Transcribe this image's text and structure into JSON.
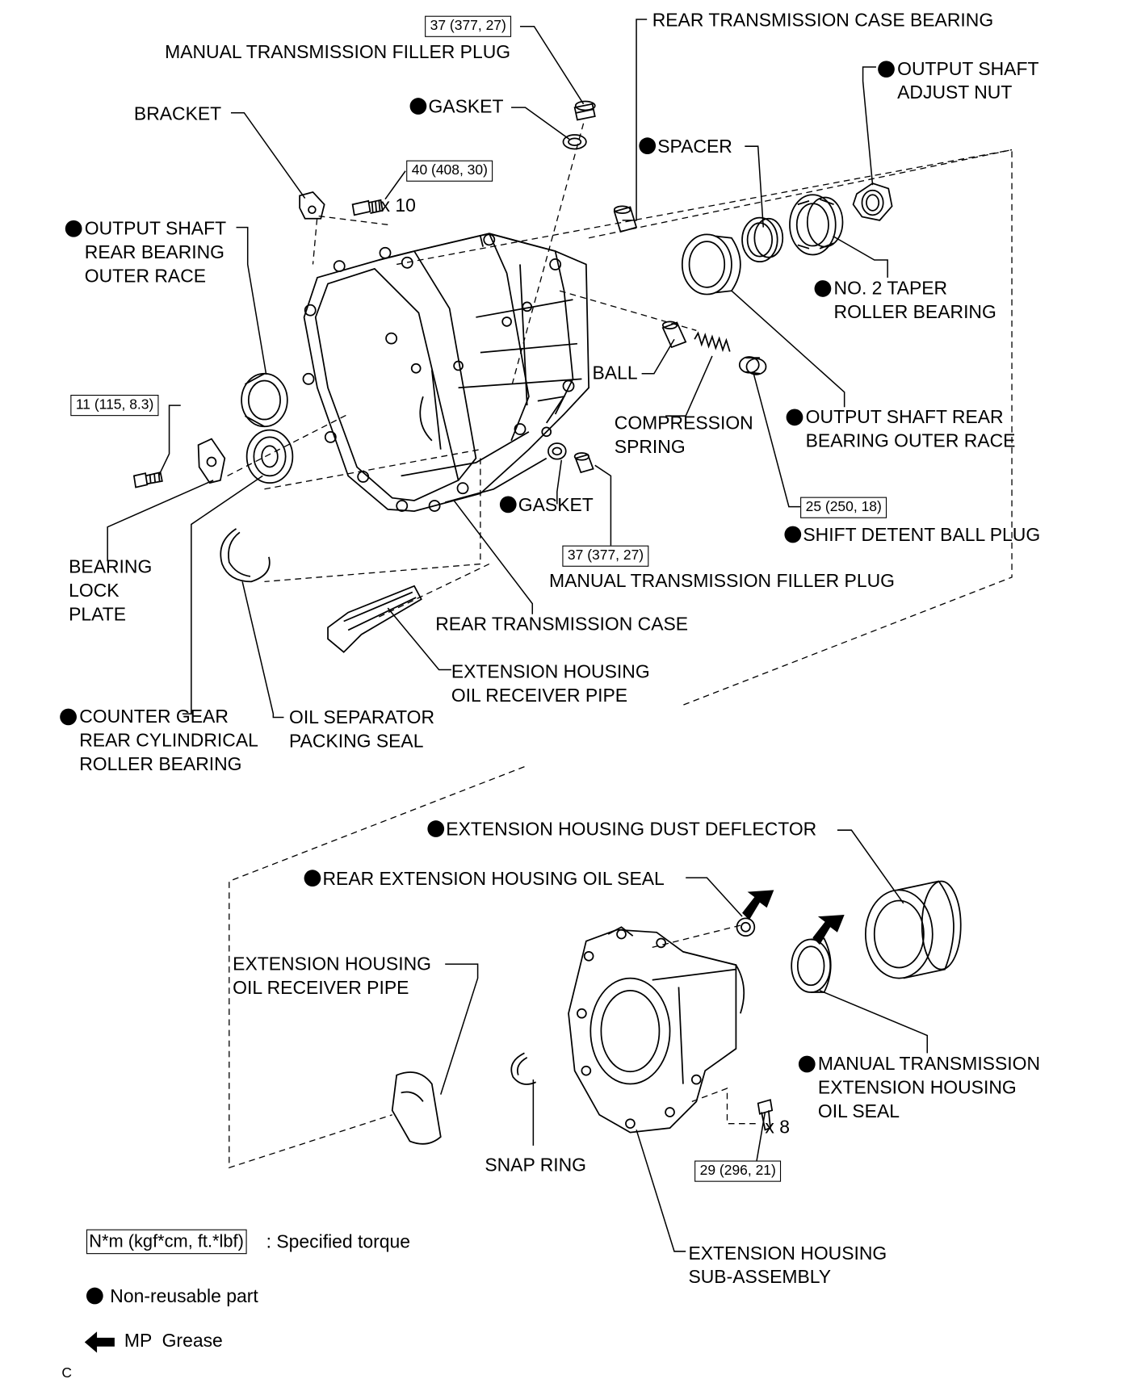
{
  "labels": {
    "mt_filler_plug_top": "MANUAL TRANSMISSION FILLER PLUG",
    "gasket_top": "GASKET",
    "bracket": "BRACKET",
    "rear_case_bearing": "REAR TRANSMISSION CASE BEARING",
    "output_shaft_adjust_nut": "OUTPUT SHAFT\nADJUST NUT",
    "spacer": "SPACER",
    "bolt_qty_10": "x 10",
    "output_shaft_rear_bearing_outer_race_left": "OUTPUT SHAFT\nREAR BEARING\nOUTER RACE",
    "no2_taper_roller_bearing": "NO. 2 TAPER\nROLLER BEARING",
    "ball": "BALL",
    "compression_spring": "COMPRESSION\nSPRING",
    "output_shaft_rear_bearing_outer_race_right": "OUTPUT SHAFT REAR\nBEARING OUTER RACE",
    "gasket_mid": "GASKET",
    "shift_detent_ball_plug": "SHIFT DETENT BALL PLUG",
    "bearing_lock_plate": "BEARING\nLOCK\nPLATE",
    "mt_filler_plug_mid": "MANUAL TRANSMISSION FILLER PLUG",
    "rear_transmission_case": "REAR TRANSMISSION CASE",
    "ext_housing_oil_receiver_pipe_top": "EXTENSION HOUSING\nOIL RECEIVER PIPE",
    "counter_gear_bearing": "COUNTER GEAR\nREAR CYLINDRICAL\nROLLER BEARING",
    "oil_separator_packing_seal": "OIL SEPARATOR\nPACKING SEAL",
    "ext_housing_dust_deflector": "EXTENSION HOUSING DUST DEFLECTOR",
    "rear_ext_housing_oil_seal": "REAR EXTENSION HOUSING OIL SEAL",
    "ext_housing_oil_receiver_pipe_bottom": "EXTENSION HOUSING\nOIL RECEIVER PIPE",
    "mt_ext_housing_oil_seal": "MANUAL TRANSMISSION\nEXTENSION HOUSING\nOIL SEAL",
    "snap_ring": "SNAP RING",
    "bolt_qty_8": "x 8",
    "ext_housing_sub_assembly": "EXTENSION HOUSING\nSUB-ASSEMBLY",
    "corner_code": "C"
  },
  "torque": {
    "filler_plug_top": "37 (377, 27)",
    "case_bolts": "40 (408, 30)",
    "lock_plate_bolt": "11 (115, 8.3)",
    "detent_plug": "25 (250, 18)",
    "filler_plug_mid": "37 (377, 27)",
    "ext_housing_bolts": "29 (296, 21)"
  },
  "legend": {
    "torque_unit_box": "N*m (kgf*cm, ft.*lbf)",
    "torque_desc": ": Specified torque",
    "non_reusable": "Non-reusable part",
    "grease": "MP  Grease"
  }
}
